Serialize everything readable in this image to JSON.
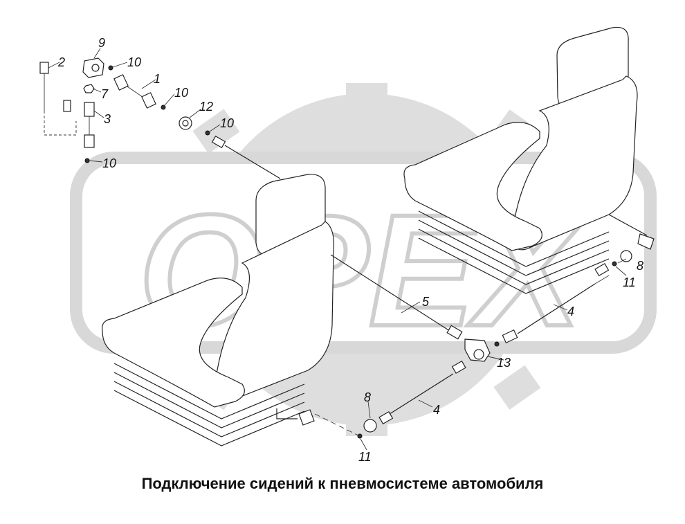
{
  "caption": "Подключение сидений к пневмосистеме автомобиля",
  "watermark": {
    "text": "OPEX",
    "color": "#dcdcdc"
  },
  "callouts": [
    "2",
    "9",
    "10",
    "1",
    "7",
    "3",
    "10",
    "12",
    "10",
    "10",
    "5",
    "4",
    "13",
    "8",
    "11",
    "8",
    "4",
    "11"
  ]
}
